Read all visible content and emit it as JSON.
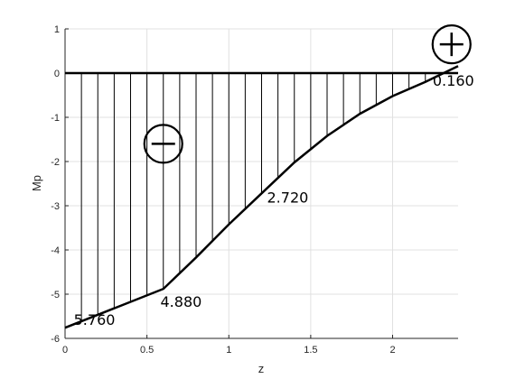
{
  "chart_data": {
    "type": "line",
    "xlabel": "z",
    "ylabel": "Mp",
    "xlim": [
      0,
      2.4
    ],
    "ylim": [
      -6,
      1
    ],
    "x_ticks": [
      0,
      0.5,
      1,
      1.5,
      2
    ],
    "y_ticks": [
      1,
      0,
      -1,
      -2,
      -3,
      -4,
      -5,
      -6
    ],
    "x_tick_labels": [
      "0",
      "0.5",
      "1",
      "1.5",
      "2"
    ],
    "y_tick_labels": [
      "1",
      "0",
      "-1",
      "-2",
      "-3",
      "-4",
      "-5",
      "-6"
    ],
    "grid": true,
    "hatching": "vertical",
    "series": [
      {
        "x": [
          0,
          0.6,
          0.8,
          1.0,
          1.2,
          1.4,
          1.6,
          1.8,
          2.0,
          2.2,
          2.4
        ],
        "y": [
          -5.76,
          -4.88,
          -4.17,
          -3.42,
          -2.72,
          -2.02,
          -1.42,
          -0.92,
          -0.52,
          -0.2,
          0.16
        ],
        "color": "#000000"
      }
    ],
    "annotations": [
      {
        "text": "5.760",
        "x": 0.02,
        "y": -5.76
      },
      {
        "text": "4.880",
        "x": 0.56,
        "y": -4.88
      },
      {
        "text": "2.720",
        "x": 1.2,
        "y": -2.72
      },
      {
        "text": "0.160",
        "x": 2.3,
        "y": 0.16
      }
    ],
    "sign_markers": [
      {
        "sign": "minus",
        "x": 0.6,
        "y": -1.6
      },
      {
        "sign": "plus",
        "x": 2.36,
        "y": 0.65
      }
    ]
  }
}
